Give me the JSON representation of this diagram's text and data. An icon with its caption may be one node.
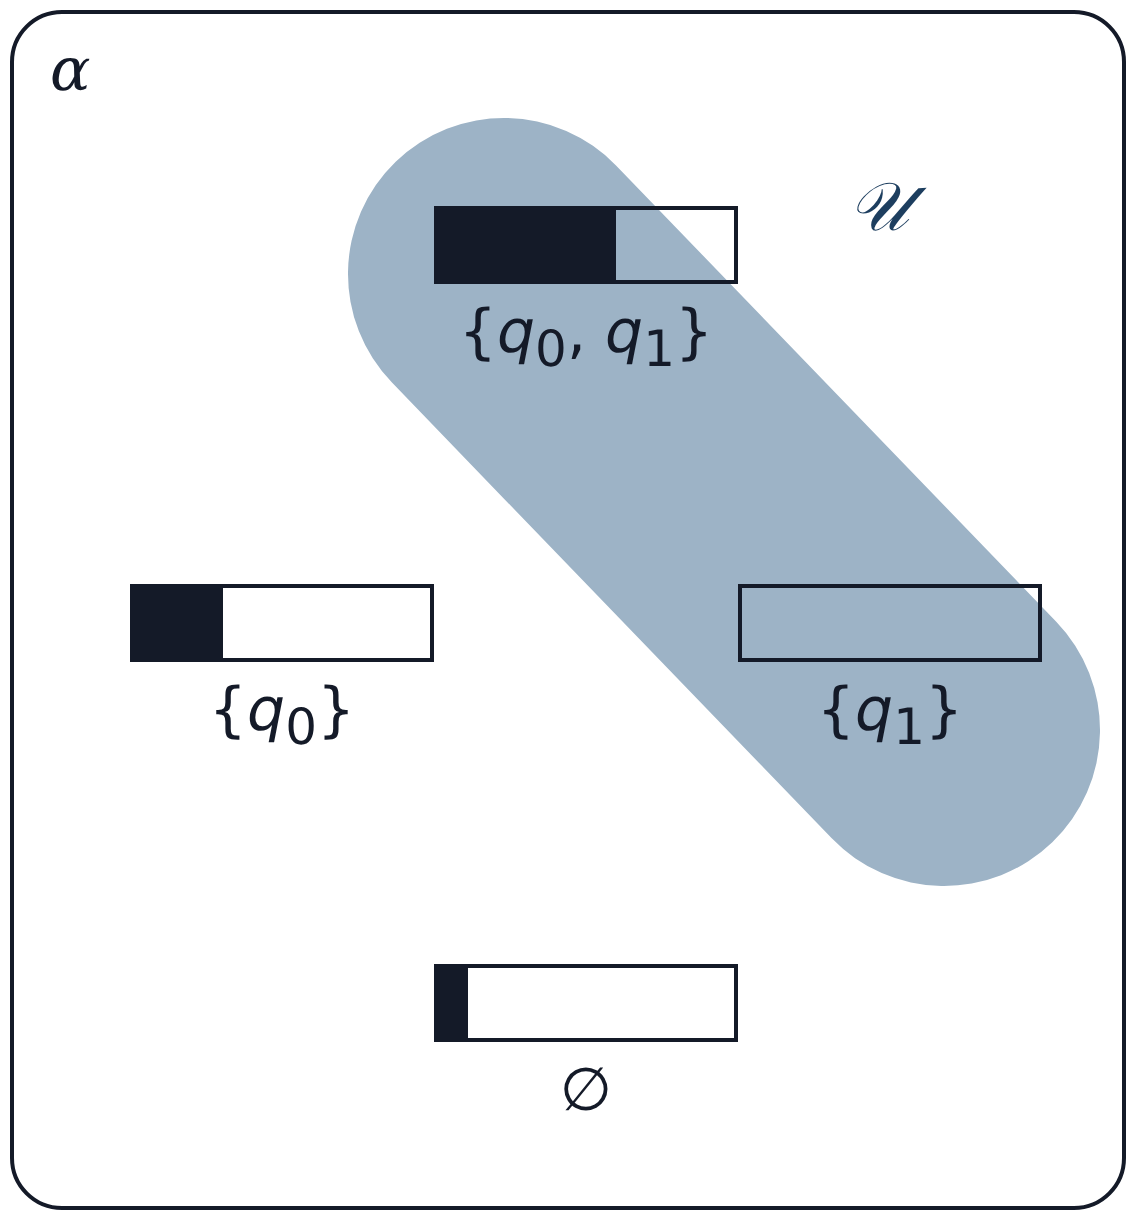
{
  "diagram": {
    "nodes": [
      {
        "text": [
          "α"
        ]
      },
      {
        "text": [
          "𝒰"
        ],
        "in": 0
      },
      {
        "text": [],
        "shape": "bar",
        "in": 1,
        "beside": [
          "{*q*$_{0}$, *q*$_{1}$}"
        ]
      },
      {
        "text": [],
        "shape": "bar",
        "in": 0,
        "beside": [
          "{*q*$_{0}$}"
        ]
      },
      {
        "text": [],
        "shape": "bar",
        "in": 1,
        "beside": [
          "{*q*$_{1}$}"
        ]
      },
      {
        "text": [],
        "shape": "bar",
        "in": 0,
        "beside": [
          "∅"
        ]
      }
    ],
    "edges": []
  }
}
